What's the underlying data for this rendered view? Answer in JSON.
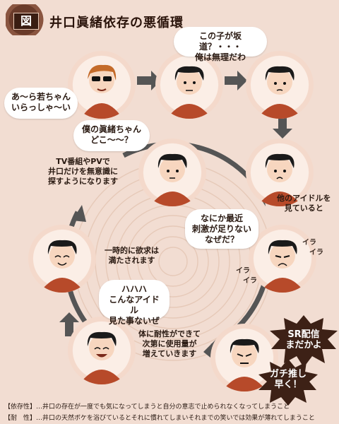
{
  "title": "井口眞緒依存の悪循環",
  "badge": "図",
  "bubbles": {
    "b1": [
      "あ〜ら若ちゃん",
      "いらっしゃ〜い"
    ],
    "b2": [
      "この子が坂道？・・・",
      "俺は無理だわ"
    ],
    "b3": [
      "僕の眞緒ちゃん",
      "どこ〜〜？"
    ],
    "b4": [
      "なにか最近",
      "刺激が足りない",
      "なぜだ？"
    ],
    "b5": [
      "ハハハ",
      "こんなアイドル",
      "見た事ないぜ"
    ]
  },
  "notes": {
    "n1": [
      "他のアイドルを",
      "見ていると"
    ],
    "n2": [
      "TV番組やPVで",
      "井口だけを無意識に",
      "探すようになります"
    ],
    "n3": [
      "一時的に欲求は",
      "満たされます"
    ],
    "n4": [
      "体に耐性ができて",
      "次第に使用量が",
      "増えていきます"
    ]
  },
  "stress": {
    "s1": "イラ",
    "s2": "イラ",
    "s3": "イラ",
    "s4": "イラ"
  },
  "bursts": {
    "top": [
      "SR配信",
      "まだかよ"
    ],
    "bottom": [
      "ガチ推し",
      "早く！"
    ]
  },
  "legend": [
    "【依存性】…井口の存在が一度でも気になってしまうと自分の意志で止められなくなってしまうこと",
    "【耐　性】…井口の天然ボケを浴びているとそれに慣れてしまいそれまでの笑いでは効果が薄れてしまうこと"
  ],
  "colors": {
    "shirt": "#b74a2a",
    "hair": "#1a1a1a",
    "skin": "#f7d6bf",
    "arrow": "#555555",
    "burst": "#3d2116"
  }
}
